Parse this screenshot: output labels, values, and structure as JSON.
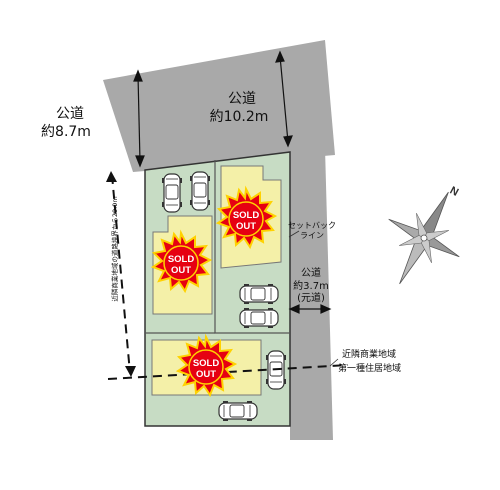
{
  "roads": {
    "north_main": {
      "label": "公道",
      "width": "約10.2m"
    },
    "north_west": {
      "label": "公道",
      "width": "約8.7m"
    },
    "east": {
      "label": "公道",
      "width": "約3.7m",
      "note": "(元道)"
    }
  },
  "setback_label_lines": [
    "セットバック",
    "ライン"
  ],
  "distance_note": "近隣商業地域の道路境界から20.0m",
  "zone_labels": [
    "近隣商業地域",
    "第一種住居地域"
  ],
  "sold_out_label": [
    "SOLD",
    "OUT"
  ],
  "compass": {
    "north_label": "N"
  },
  "colors": {
    "road": "#a9a9a9",
    "lot": "#c7dcc4",
    "house": "#f4f0a8",
    "sold_out_fill": "#e60012",
    "sold_out_ring": "#ffd200"
  }
}
